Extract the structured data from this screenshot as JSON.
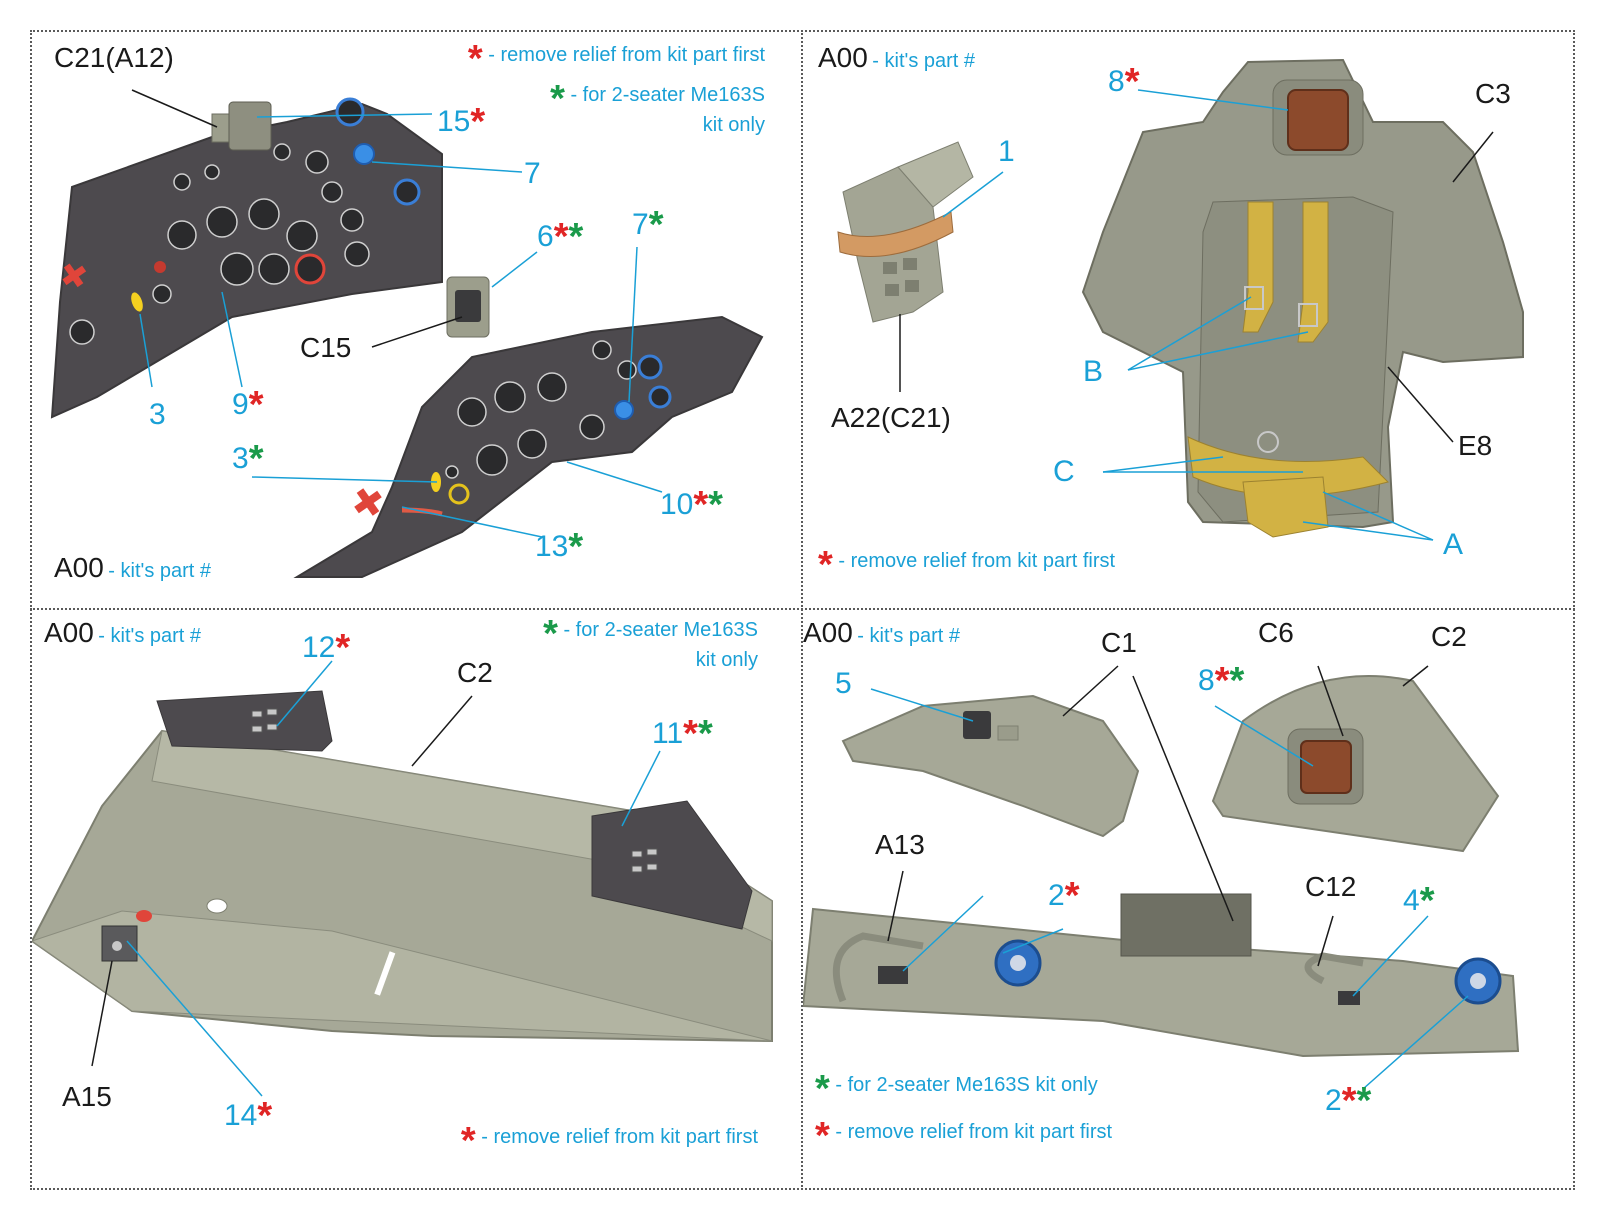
{
  "colors": {
    "label_blue": "#1aa0d6",
    "label_black": "#1a1a1a",
    "star_red": "#e02525",
    "star_green": "#1a9a4a",
    "resin_gray": "#9c9e8c",
    "panel_dark": "#4d4a4e"
  },
  "legend": {
    "kit_code": "A00",
    "kit_part_text": "- kit's part #",
    "remove_relief_text": "- remove relief from kit part first",
    "two_seater_text_line1": "- for 2-seater Me163S",
    "two_seater_text_line2": "kit only",
    "two_seater_text_full": "- for 2-seater Me163S kit only"
  },
  "q1": {
    "kit_label_c21a12": "C21(A12)",
    "kit_label_c15": "C15",
    "part_15": "15",
    "part_7": "7",
    "part_6": "6",
    "part_7b": "7",
    "part_3": "3",
    "part_9": "9",
    "part_3b": "3",
    "part_10": "10",
    "part_13": "13"
  },
  "q2": {
    "part_8": "8",
    "part_1": "1",
    "kit_label_a22c21": "A22(C21)",
    "kit_label_c3": "C3",
    "part_b": "B",
    "part_c": "C",
    "kit_label_e8": "E8",
    "part_a": "A"
  },
  "q3": {
    "part_12": "12",
    "kit_label_c2": "C2",
    "part_11": "11",
    "kit_label_a15": "A15",
    "part_14": "14"
  },
  "q4": {
    "part_5": "5",
    "kit_label_c1": "C1",
    "kit_label_c6": "C6",
    "kit_label_c2": "C2",
    "part_8": "8",
    "kit_label_a13": "A13",
    "part_2": "2",
    "kit_label_c12": "C12",
    "part_4": "4",
    "part_2b": "2"
  }
}
